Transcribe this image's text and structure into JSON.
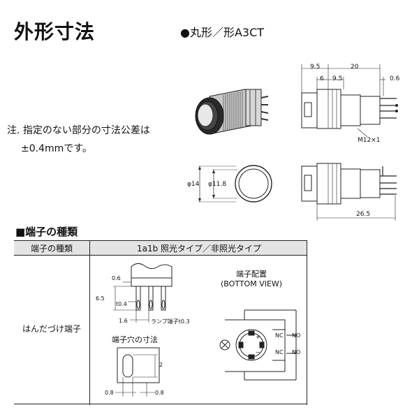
{
  "title": "外形寸法",
  "subtitle": "●丸形／形A3CT",
  "note": {
    "line1": "注. 指定のない部分の寸法公差は",
    "line2": "±0.4mmです。"
  },
  "side_dims": {
    "d1": "9.5",
    "d2": "20",
    "d3": "6",
    "d4": "9.5",
    "d5": "0.6",
    "thread": "M12×1",
    "length": "26.5"
  },
  "front_dims": {
    "outer": "φ14",
    "inner": "φ11.8"
  },
  "section": {
    "title": "■端子の種類",
    "col1": "端子の種類",
    "col2": "1a1b 照光タイプ／非照光タイプ",
    "row_label": "はんだづけ端子"
  },
  "terminal_dims": {
    "t1": "0.6",
    "t2": "6.5",
    "t3": "t0.4",
    "t4": "1.6",
    "t5": "ランプ端子t0.3"
  },
  "hole": {
    "title": "端子穴の寸法",
    "d1": "2",
    "d2": "0.8",
    "d3": "0.8"
  },
  "layout": {
    "title": "端子配置",
    "view": "(BOTTOM VIEW)",
    "nc_top": "NC",
    "no_top": "NO",
    "nc_bot": "NC",
    "no_bot": "NO",
    "plus": "+",
    "minus": "−"
  }
}
